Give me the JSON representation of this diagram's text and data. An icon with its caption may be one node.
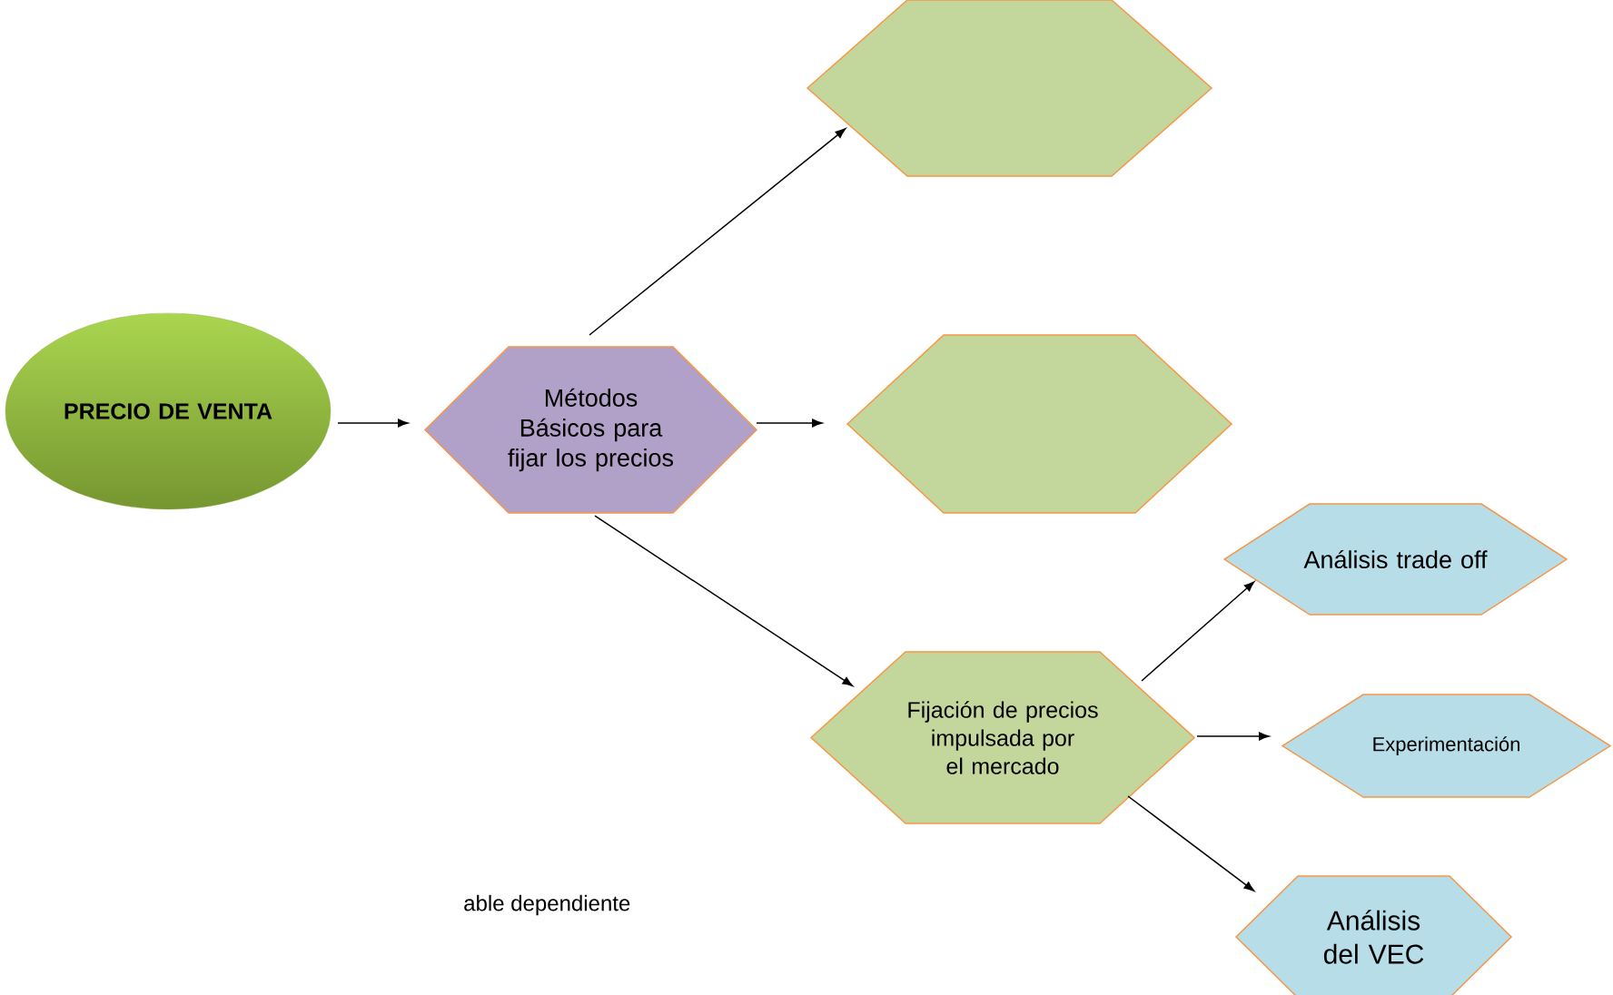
{
  "diagram": {
    "nodes": [
      {
        "text": [
          "PRECIO DE VENTA"
        ]
      },
      {
        "text": [
          "Métodos Básicos para fijar los precios"
        ]
      },
      {
        "text": [],
        "shape": "hexagon"
      },
      {
        "text": [],
        "shape": "hexagon"
      },
      {
        "text": [
          "Fijación de precios impulsada por el mercado"
        ]
      },
      {
        "text": [
          "Análisis trade off"
        ]
      },
      {
        "text": [
          "Experimentación"
        ]
      },
      {
        "text": [
          "Análisis del VEC"
        ]
      }
    ],
    "edges": [
      {
        "from": 0,
        "to": 1,
        "arrow": "to"
      },
      {
        "from": 1,
        "to": 2,
        "arrow": "to"
      },
      {
        "from": 1,
        "to": 3,
        "arrow": "to"
      },
      {
        "from": 1,
        "to": 4,
        "arrow": "to"
      },
      {
        "from": 4,
        "to": 5,
        "arrow": "to"
      },
      {
        "from": 4,
        "to": 6,
        "arrow": "to"
      },
      {
        "from": 4,
        "to": 7,
        "arrow": "to"
      }
    ],
    "labels": [
      "able dependiente"
    ]
  }
}
